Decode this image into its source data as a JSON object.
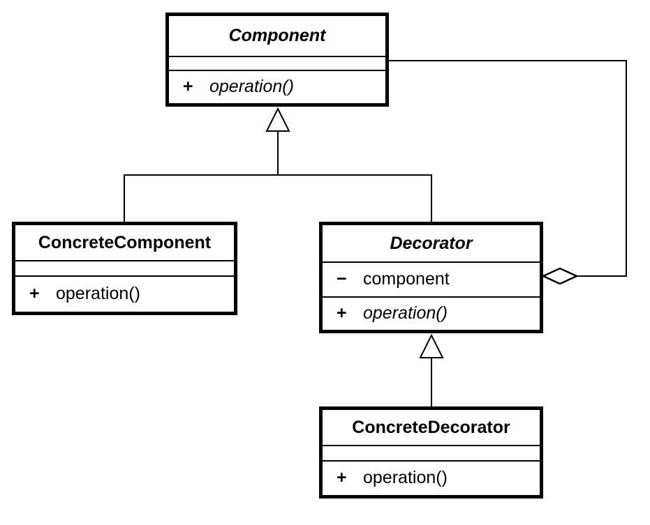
{
  "diagram": {
    "background_color": "#ffffff",
    "line_color": "#000000",
    "box_fill_color": "#ffffff"
  },
  "classes": {
    "component": {
      "name": "Component",
      "abstract": true,
      "attributes": [],
      "methods": [
        {
          "visibility": "+",
          "name": "operation()",
          "abstract": true
        }
      ]
    },
    "concrete_component": {
      "name": "ConcreteComponent",
      "abstract": false,
      "attributes": [],
      "methods": [
        {
          "visibility": "+",
          "name": "operation()",
          "abstract": false
        }
      ]
    },
    "decorator": {
      "name": "Decorator",
      "abstract": true,
      "attributes": [
        {
          "visibility": "−",
          "name": "component"
        }
      ],
      "methods": [
        {
          "visibility": "+",
          "name": "operation()",
          "abstract": true
        }
      ]
    },
    "concrete_decorator": {
      "name": "ConcreteDecorator",
      "abstract": false,
      "attributes": [],
      "methods": [
        {
          "visibility": "+",
          "name": "operation()",
          "abstract": false
        }
      ]
    }
  },
  "relationships": [
    {
      "type": "generalization",
      "from": "ConcreteComponent",
      "to": "Component"
    },
    {
      "type": "generalization",
      "from": "Decorator",
      "to": "Component"
    },
    {
      "type": "generalization",
      "from": "ConcreteDecorator",
      "to": "Decorator"
    },
    {
      "type": "aggregation",
      "whole": "Decorator",
      "part": "Component"
    }
  ]
}
